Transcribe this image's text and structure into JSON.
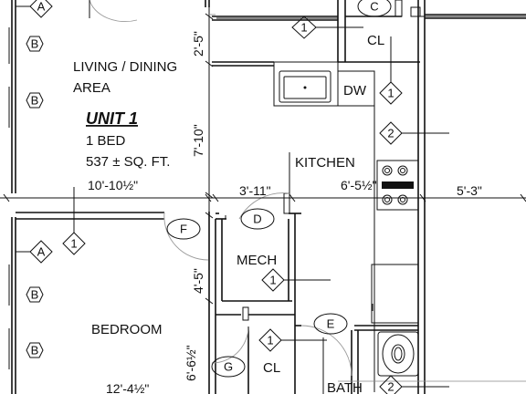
{
  "rooms": {
    "living_dining": [
      "LIVING / DINING",
      "AREA"
    ],
    "unit_title": "UNIT 1",
    "unit_bed": "1 BED",
    "unit_sqft": "537 ± SQ. FT.",
    "kitchen": "KITCHEN",
    "mech": "MECH",
    "bedroom": "BEDROOM",
    "bath": "BATH",
    "closet_top": "CL",
    "closet_bottom": "CL",
    "dishwasher": "DW"
  },
  "dimensions": {
    "living_width": "10'-10½\"",
    "top_closet_height": "2'-5\"",
    "kitchen_height": "7'-10\"",
    "mech_width": "3'-11\"",
    "kitchen_depth": "6'-5½\"",
    "right_width": "5'-3\"",
    "mech_height": "4'-5\"",
    "closet_height": "6'-6½\"",
    "bedroom_width": "12'-4½\""
  },
  "tags": {
    "hex_b": "B",
    "diamond_a": "A",
    "diamond_1": "1",
    "diamond_2": "2",
    "door_c": "C",
    "door_d": "D",
    "door_e": "E",
    "door_f": "F",
    "door_g": "G"
  }
}
